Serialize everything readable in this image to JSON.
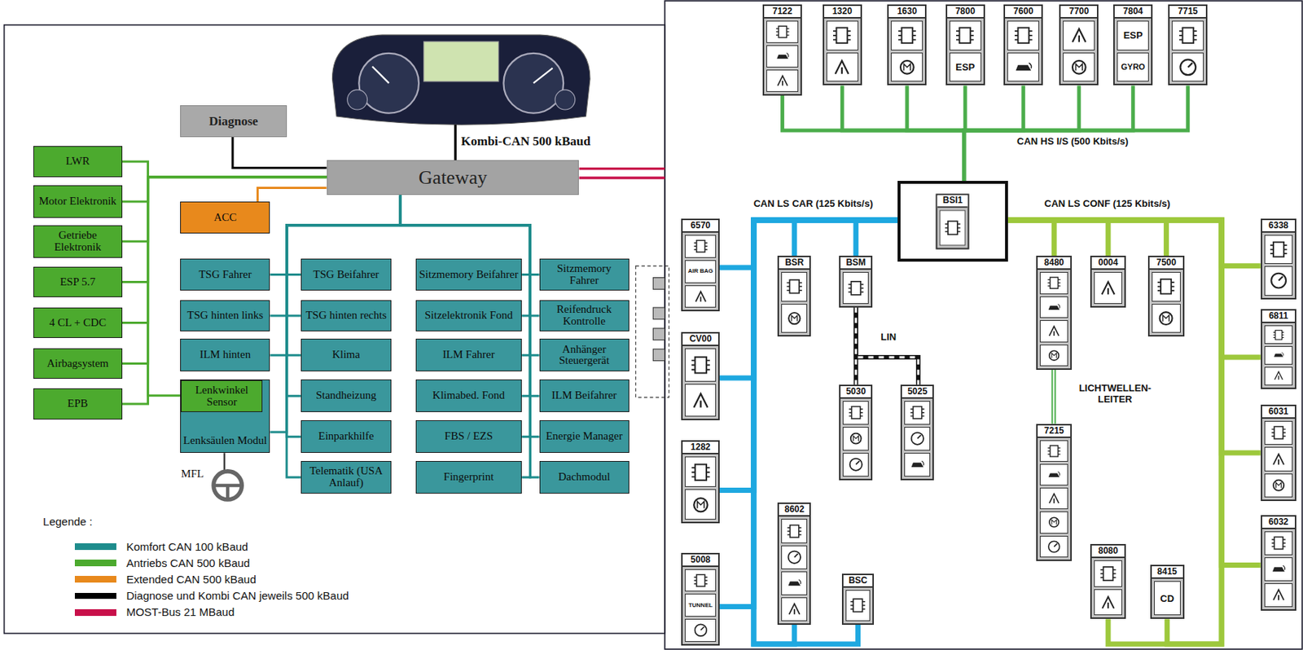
{
  "diagram": {
    "nodes": [
      {
        "text": [
          "Diagnose"
        ]
      },
      {
        "text": [
          "Gateway"
        ]
      },
      {
        "text": [
          "ACC"
        ]
      },
      {
        "text": [
          "LWR"
        ]
      },
      {
        "text": [
          "Motor Elektronik"
        ]
      },
      {
        "text": [
          "Getriebe Elektronik"
        ]
      },
      {
        "text": [
          "ESP 5.7"
        ]
      },
      {
        "text": [
          "4 CL + CDC"
        ]
      },
      {
        "text": [
          "Airbagsystem"
        ]
      },
      {
        "text": [
          "EPB"
        ]
      },
      {
        "text": [
          "TSG Fahrer"
        ]
      },
      {
        "text": [
          "TSG Beifahrer"
        ]
      },
      {
        "text": [
          "Sitzmemory Beifahrer"
        ]
      },
      {
        "text": [
          "Sitzmemory Fahrer"
        ]
      },
      {
        "text": [
          "TSG hinten links"
        ]
      },
      {
        "text": [
          "TSG hinten rechts"
        ]
      },
      {
        "text": [
          "Sitzelektronik Fond"
        ]
      },
      {
        "text": [
          "Reifendruck Kontrolle"
        ]
      },
      {
        "text": [
          "ILM hinten"
        ]
      },
      {
        "text": [
          "Klima"
        ]
      },
      {
        "text": [
          "ILM Fahrer"
        ]
      },
      {
        "text": [
          "Anhänger Steuergerät"
        ]
      },
      {
        "text": [
          "Lenksäulen Modul"
        ]
      },
      {
        "text": [
          "Lenkwinkel Sensor"
        ],
        "in": 22
      },
      {
        "text": [
          "Standheizung"
        ]
      },
      {
        "text": [
          "Klimabed. Fond"
        ]
      },
      {
        "text": [
          "ILM Beifahrer"
        ]
      },
      {
        "text": [
          "Einparkhilfe"
        ]
      },
      {
        "text": [
          "FBS / EZS"
        ]
      },
      {
        "text": [
          "Energie Manager"
        ]
      },
      {
        "text": [
          "Telematik (USA Anlauf)"
        ]
      },
      {
        "text": [
          "Fingerprint"
        ]
      },
      {
        "text": [
          "Dachmodul"
        ]
      },
      {
        "text": [
          "7122"
        ]
      },
      {
        "text": [
          "1320"
        ]
      },
      {
        "text": [
          "1630"
        ]
      },
      {
        "text": [
          "7800",
          "ESP"
        ]
      },
      {
        "text": [
          "7600"
        ]
      },
      {
        "text": [
          "7700"
        ]
      },
      {
        "text": [
          "7804",
          "ESP",
          "GYRO"
        ]
      },
      {
        "text": [
          "7715"
        ]
      },
      {
        "text": [
          "BSI1"
        ]
      },
      {
        "text": [
          "6570",
          "AIR BAG"
        ]
      },
      {
        "text": [
          "BSR"
        ]
      },
      {
        "text": [
          "BSM"
        ]
      },
      {
        "text": [
          "8480"
        ]
      },
      {
        "text": [
          "0004"
        ]
      },
      {
        "text": [
          "7500"
        ]
      },
      {
        "text": [
          "6338"
        ]
      },
      {
        "text": [
          "6811"
        ]
      },
      {
        "text": [
          "CV00"
        ]
      },
      {
        "text": [
          "5030"
        ]
      },
      {
        "text": [
          "5025"
        ]
      },
      {
        "text": [
          "7215"
        ]
      },
      {
        "text": [
          "6031"
        ]
      },
      {
        "text": [
          "1282"
        ]
      },
      {
        "text": [
          "8602"
        ]
      },
      {
        "text": [
          "6032"
        ]
      },
      {
        "text": [
          "8080"
        ]
      },
      {
        "text": [
          "8415",
          "CD"
        ]
      },
      {
        "text": [
          "5008",
          "TUNNEL"
        ]
      },
      {
        "text": [
          "BSC"
        ]
      }
    ],
    "edges": [
      {
        "from": 0,
        "to": 1,
        "arrow": "none"
      },
      {
        "from": 2,
        "to": 1,
        "arrow": "none"
      },
      {
        "from": 3,
        "to": 1,
        "arrow": "none"
      },
      {
        "from": 4,
        "to": 1,
        "arrow": "none"
      },
      {
        "from": 5,
        "to": 1,
        "arrow": "none"
      },
      {
        "from": 6,
        "to": 1,
        "arrow": "none"
      },
      {
        "from": 7,
        "to": 1,
        "arrow": "none"
      },
      {
        "from": 8,
        "to": 1,
        "arrow": "none"
      },
      {
        "from": 9,
        "to": 1,
        "arrow": "none"
      },
      {
        "from": 10,
        "to": 1,
        "arrow": "none"
      },
      {
        "from": 11,
        "to": 1,
        "arrow": "none"
      },
      {
        "from": 12,
        "to": 1,
        "arrow": "none"
      },
      {
        "from": 13,
        "to": 1,
        "arrow": "none"
      },
      {
        "from": 14,
        "to": 1,
        "arrow": "none"
      },
      {
        "from": 15,
        "to": 1,
        "arrow": "none"
      },
      {
        "from": 16,
        "to": 1,
        "arrow": "none"
      },
      {
        "from": 17,
        "to": 1,
        "arrow": "none"
      },
      {
        "from": 18,
        "to": 1,
        "arrow": "none"
      },
      {
        "from": 19,
        "to": 1,
        "arrow": "none"
      },
      {
        "from": 20,
        "to": 1,
        "arrow": "none"
      },
      {
        "from": 21,
        "to": 1,
        "arrow": "none"
      },
      {
        "from": 22,
        "to": 1,
        "arrow": "none"
      },
      {
        "from": 23,
        "to": 1,
        "arrow": "none"
      },
      {
        "from": 24,
        "to": 1,
        "arrow": "none"
      },
      {
        "from": 25,
        "to": 1,
        "arrow": "none"
      },
      {
        "from": 26,
        "to": 1,
        "arrow": "none"
      },
      {
        "from": 27,
        "to": 1,
        "arrow": "none"
      },
      {
        "from": 28,
        "to": 1,
        "arrow": "none"
      },
      {
        "from": 29,
        "to": 1,
        "arrow": "none"
      },
      {
        "from": 30,
        "to": 1,
        "arrow": "none"
      },
      {
        "from": 31,
        "to": 1,
        "arrow": "none"
      },
      {
        "from": 32,
        "to": 1,
        "arrow": "none"
      },
      {
        "from": 33,
        "to": 41,
        "arrow": "none"
      },
      {
        "from": 34,
        "to": 41,
        "arrow": "none"
      },
      {
        "from": 35,
        "to": 41,
        "arrow": "none"
      },
      {
        "from": 36,
        "to": 41,
        "arrow": "none"
      },
      {
        "from": 37,
        "to": 41,
        "arrow": "none"
      },
      {
        "from": 38,
        "to": 41,
        "arrow": "none"
      },
      {
        "from": 39,
        "to": 41,
        "arrow": "none"
      },
      {
        "from": 40,
        "to": 41,
        "arrow": "none"
      },
      {
        "from": 42,
        "to": 41,
        "arrow": "none"
      },
      {
        "from": 43,
        "to": 41,
        "arrow": "none"
      },
      {
        "from": 44,
        "to": 41,
        "arrow": "none"
      },
      {
        "from": 50,
        "to": 41,
        "arrow": "none"
      },
      {
        "from": 55,
        "to": 41,
        "arrow": "none"
      },
      {
        "from": 56,
        "to": 41,
        "arrow": "none"
      },
      {
        "from": 60,
        "to": 41,
        "arrow": "none"
      },
      {
        "from": 61,
        "to": 41,
        "arrow": "none"
      },
      {
        "from": 44,
        "to": 51,
        "arrow": "none"
      },
      {
        "from": 44,
        "to": 52,
        "arrow": "none"
      },
      {
        "from": 45,
        "to": 41,
        "arrow": "none"
      },
      {
        "from": 46,
        "to": 41,
        "arrow": "none"
      },
      {
        "from": 47,
        "to": 41,
        "arrow": "none"
      },
      {
        "from": 48,
        "to": 41,
        "arrow": "none"
      },
      {
        "from": 49,
        "to": 41,
        "arrow": "none"
      },
      {
        "from": 54,
        "to": 41,
        "arrow": "none"
      },
      {
        "from": 57,
        "to": 41,
        "arrow": "none"
      },
      {
        "from": 58,
        "to": 41,
        "arrow": "none"
      },
      {
        "from": 59,
        "to": 41,
        "arrow": "none"
      },
      {
        "from": 45,
        "to": 53,
        "arrow": "none"
      }
    ],
    "labels": [
      "Kombi-CAN 500 kBaud",
      "MFL",
      "Legende :",
      "CAN HS I/S (500 Kbits/s)",
      "CAN LS CAR (125 Kbits/s)",
      "CAN LS CONF (125 Kbits/s)",
      "LIN",
      "LICHTWELLEN- LEITER"
    ],
    "legend": [
      {
        "text": "Komfort CAN 100 kBaud",
        "color": "#1e8c8c"
      },
      {
        "text": "Antriebs CAN 500 kBaud",
        "color": "#4caa2e"
      },
      {
        "text": "Extended CAN 500 kBaud",
        "color": "#e8891c"
      },
      {
        "text": "Diagnose und Kombi CAN jeweils 500 kBaud",
        "color": "#000000"
      },
      {
        "text": "MOST-Bus 21 MBaud",
        "color": "#c8104a"
      }
    ]
  }
}
